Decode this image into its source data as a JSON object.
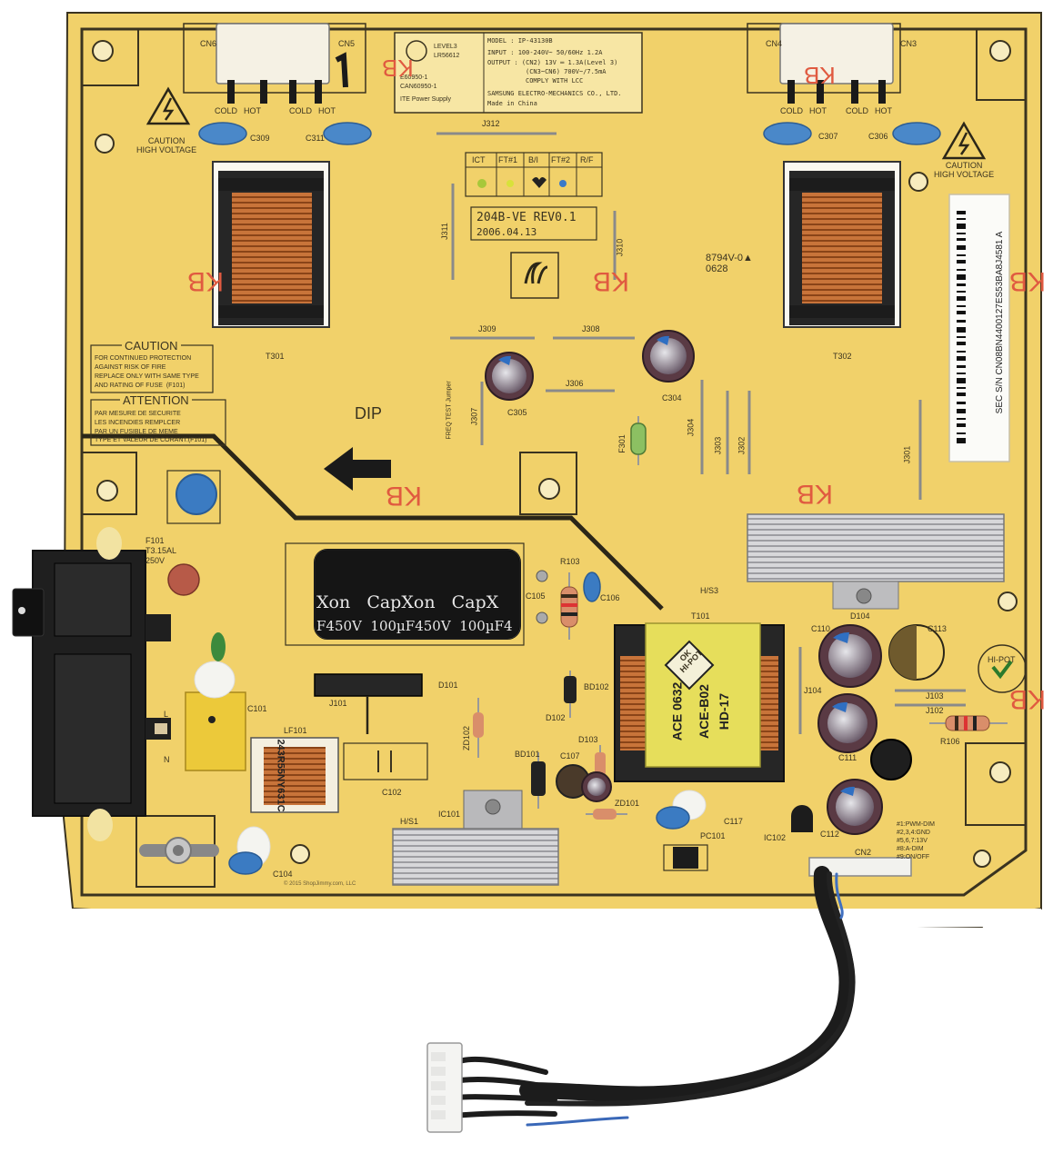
{
  "colors": {
    "board": "#f2d36e",
    "board_light": "#f6dd84",
    "silk": "#3f3722",
    "kb_marking": "#e05a40",
    "heatsink": "#cfcfd2"
  },
  "top_connectors": {
    "left_labels": [
      "CN6",
      "CN5"
    ],
    "right_labels": [
      "CN4",
      "CN3"
    ],
    "left_pins": [
      "COLD",
      "HOT",
      "COLD",
      "HOT"
    ],
    "right_pins": [
      "COLD",
      "HOT",
      "COLD",
      "HOT"
    ]
  },
  "warnings": {
    "caution_left": "CAUTION\nHIGH VOLTAGE",
    "caution_right": "CAUTION\nHIGH VOLTAGE"
  },
  "capacitors_top": [
    "C309",
    "C311",
    "C307",
    "C306"
  ],
  "label_block": {
    "cert": [
      "LEVEL3",
      "LR56612",
      "E60950-1",
      "CAN60950-1",
      "ITE Power Supply"
    ],
    "lines": [
      "MODEL : IP-43130B",
      "INPUT : 100-240V~ 50/60Hz 1.2A",
      "OUTPUT : (CN2) 13V ═ 1.3A(Level 3)",
      "(CN3~CN6) 700V~/7.5mA",
      "COMPLY WITH LCC",
      "SAMSUNG ELECTRO-MECHANICS CO., LTD.",
      "Made in China"
    ]
  },
  "jumper_j312": "J312",
  "test_table": {
    "headers": [
      "ICT",
      "FT#1",
      "B/I",
      "FT#2",
      "R/F"
    ]
  },
  "board_id": {
    "revision": "204B-VE REV0.1",
    "date": "2006.04.13"
  },
  "transformers": [
    "T301",
    "T302"
  ],
  "kb_marks": [
    "KB",
    "KB",
    "KB",
    "KB",
    "KB",
    "KB",
    "KB",
    "KB"
  ],
  "jumpers": [
    "J311",
    "J310",
    "J309",
    "J308",
    "J306",
    "J307",
    "J304",
    "J303",
    "J302",
    "J301"
  ],
  "marking_code": "8794V-0▲\n0628",
  "caution_fuse": {
    "title": "CAUTION",
    "lines": [
      "FOR CONTINUED PROTECTION",
      "AGAINST RISK OF FIRE",
      "REPLACE ONLY WITH SAME TYPE",
      "AND RATING OF FUSE  (F101)"
    ]
  },
  "attention_fuse": {
    "title": "ATTENTION",
    "lines": [
      "PAR MESURE DE SECURITE",
      "LES INCENDIES REMPLCER",
      "PAR UN FUSIBLE DE MEME",
      "TYPE ET VALEUR DE CORANT.(F101)"
    ]
  },
  "dip_label": "DIP",
  "freq_jumper": "FREQ TEST Jumper",
  "caps_mid": [
    "C305",
    "C304"
  ],
  "fuse_f301": "F301",
  "sticker_text": "SEC S/N CN08BN4400127ES53BA8J4581 A",
  "fuse_f101": "F101\nT3.15AL\n250V",
  "bulk_cap": {
    "brand": "CapXon",
    "text_top": "Xon   CapXon   CapX",
    "text_bottom": "F450V  100µF450V  100µF4"
  },
  "parts_center": [
    "R103",
    "C105",
    "C106",
    "H/S3",
    "T101",
    "D104",
    "C110",
    "C113",
    "HI-POT",
    "D101",
    "J101",
    "BD102",
    "D102",
    "D103",
    "C107",
    "ZD101",
    "C117",
    "J104",
    "J103",
    "J102",
    "R106",
    "C111",
    "C112",
    "C101",
    "IC102",
    "PC101",
    "ZD102",
    "BD101",
    "C102",
    "LF101",
    "C104",
    "H/S1",
    "IC101",
    "CN2"
  ],
  "main_transformer": {
    "sticker": "OK\nHI-POT",
    "lines": [
      "HD-17",
      "ACE-B02",
      "ACE 0632"
    ]
  },
  "line_filter_code": "243R55NY631C",
  "cn2_pinout": [
    "#1:PWM-DIM",
    "#2,3,4:GND",
    "#5,6,7:13V",
    "#8:A-DIM",
    "#9:ON/OFF"
  ],
  "power_socket_labels": [
    "L",
    "N"
  ],
  "watermark": "© 2015 ShopJimmy.com, LLC"
}
